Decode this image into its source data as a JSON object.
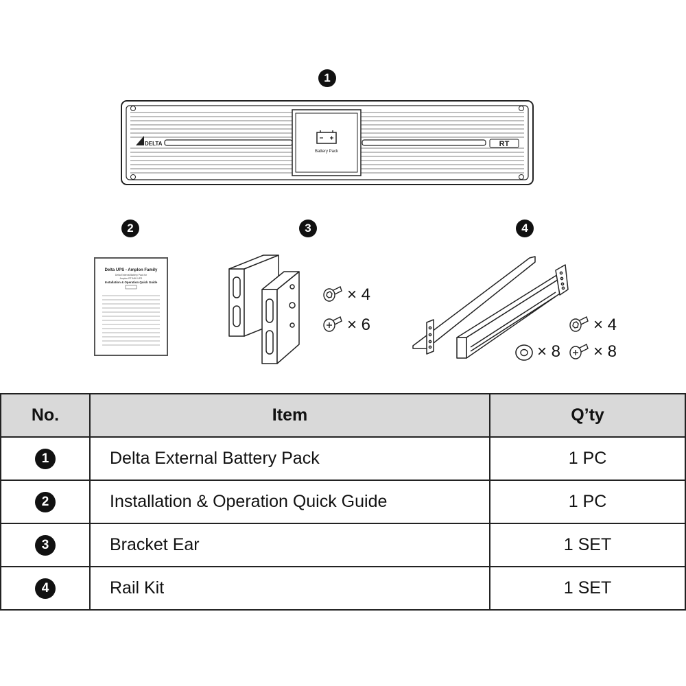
{
  "callouts": [
    "1",
    "2",
    "3",
    "4"
  ],
  "battery_pack": {
    "brand_label": "DELTA",
    "center_label": "Battery Pack",
    "model_label": "RT"
  },
  "guide": {
    "title": "Delta UPS - Amplon Family",
    "subtitle_1": "Delta External Battery Pack for",
    "subtitle_2": "Amplon RT 5/6K UPS",
    "heading": "Installation & Operation Quick Guide"
  },
  "bracket_kit": {
    "screw_a_qty": "× 4",
    "screw_b_qty": "× 6"
  },
  "rail_kit": {
    "screw_a_qty": "× 4",
    "washer_qty": "× 8",
    "screw_b_qty": "× 8"
  },
  "table": {
    "headers": {
      "no": "No.",
      "item": "Item",
      "qty": "Q’ty"
    },
    "rows": [
      {
        "no": "1",
        "item": "Delta External Battery Pack",
        "qty": "1 PC"
      },
      {
        "no": "2",
        "item": "Installation & Operation Quick Guide",
        "qty": "1 PC"
      },
      {
        "no": "3",
        "item": "Bracket Ear",
        "qty": "1 SET"
      },
      {
        "no": "4",
        "item": "Rail Kit",
        "qty": "1 SET"
      }
    ]
  }
}
